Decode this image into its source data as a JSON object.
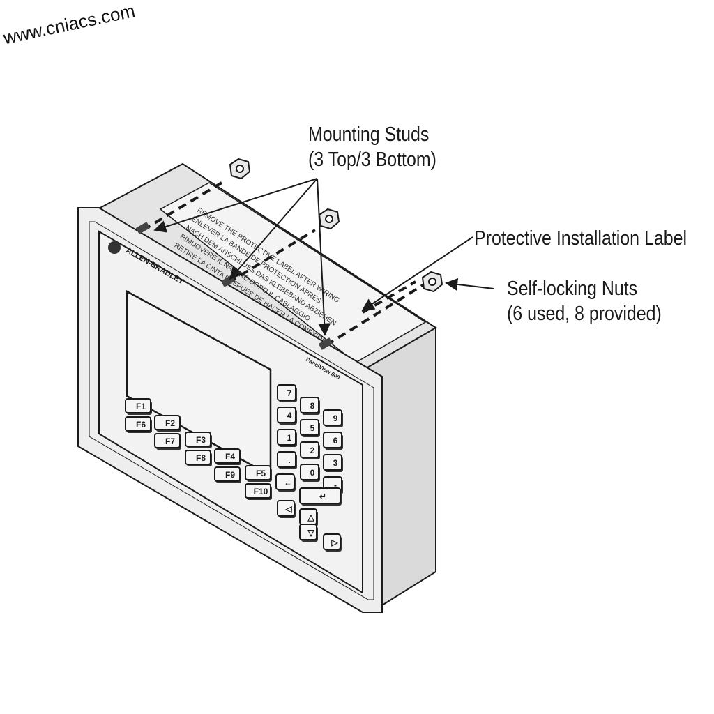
{
  "watermark": "www.cniacs.com",
  "callouts": {
    "mounting_studs": {
      "line1": "Mounting Studs",
      "line2": "(3 Top/3 Bottom)"
    },
    "protective_label": "Protective Installation Label",
    "nuts": {
      "line1": "Self-locking Nuts",
      "line2": "(6 used, 8 provided)"
    }
  },
  "device": {
    "brand": "ALLEN-BRADLEY",
    "model": "PanelView 600",
    "function_keys": [
      "F1",
      "F2",
      "F3",
      "F4",
      "F5",
      "F6",
      "F7",
      "F8",
      "F9",
      "F10"
    ],
    "keypad": [
      "7",
      "8",
      "9",
      "4",
      "5",
      "6",
      "1",
      "2",
      "3",
      ".",
      "0",
      "-"
    ],
    "keypad_extra": [
      "←",
      "↵"
    ],
    "arrow_keys": [
      "◁",
      "△",
      "▽",
      "▷"
    ]
  },
  "label_text": [
    "REMOVE THE PROTECTIVE LABEL AFTER WIRING",
    "ENLEVER LA BANDE DE PROTECTION APRES",
    "NACH DEM ANSCHLUSS DAS KLEBEBAND ABZIEHEN",
    "RIMUOVERE IL NASTRO DOPO IL CABLAGGIO",
    "RETIRE LA CINTA DESPUES DE HACER LA CONEXION"
  ],
  "colors": {
    "ink": "#1a1a1a",
    "panel": "#efefef",
    "housing": "#e6e6e6"
  }
}
